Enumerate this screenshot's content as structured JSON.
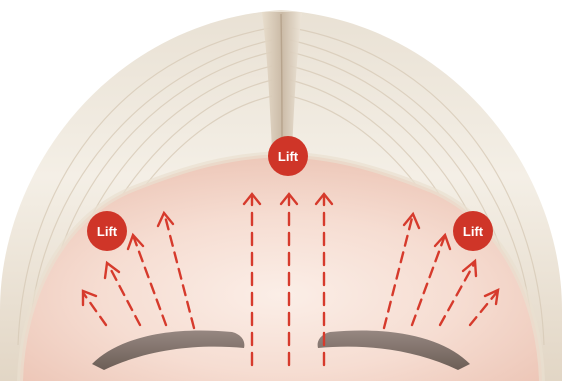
{
  "labels": {
    "center": "Lift",
    "left": "Lift",
    "right": "Lift"
  },
  "colors": {
    "badge": "#cf3528",
    "arrow": "#d63a2c",
    "skin": "#f6ddd2",
    "hair_light": "#f3ede2",
    "hair_mid": "#e6dccd",
    "hair_shadow": "#c9b9a6",
    "brow": "#7e6f66"
  },
  "icons": {
    "badge": "circle-badge",
    "arrow": "dashed-arrow-up"
  }
}
